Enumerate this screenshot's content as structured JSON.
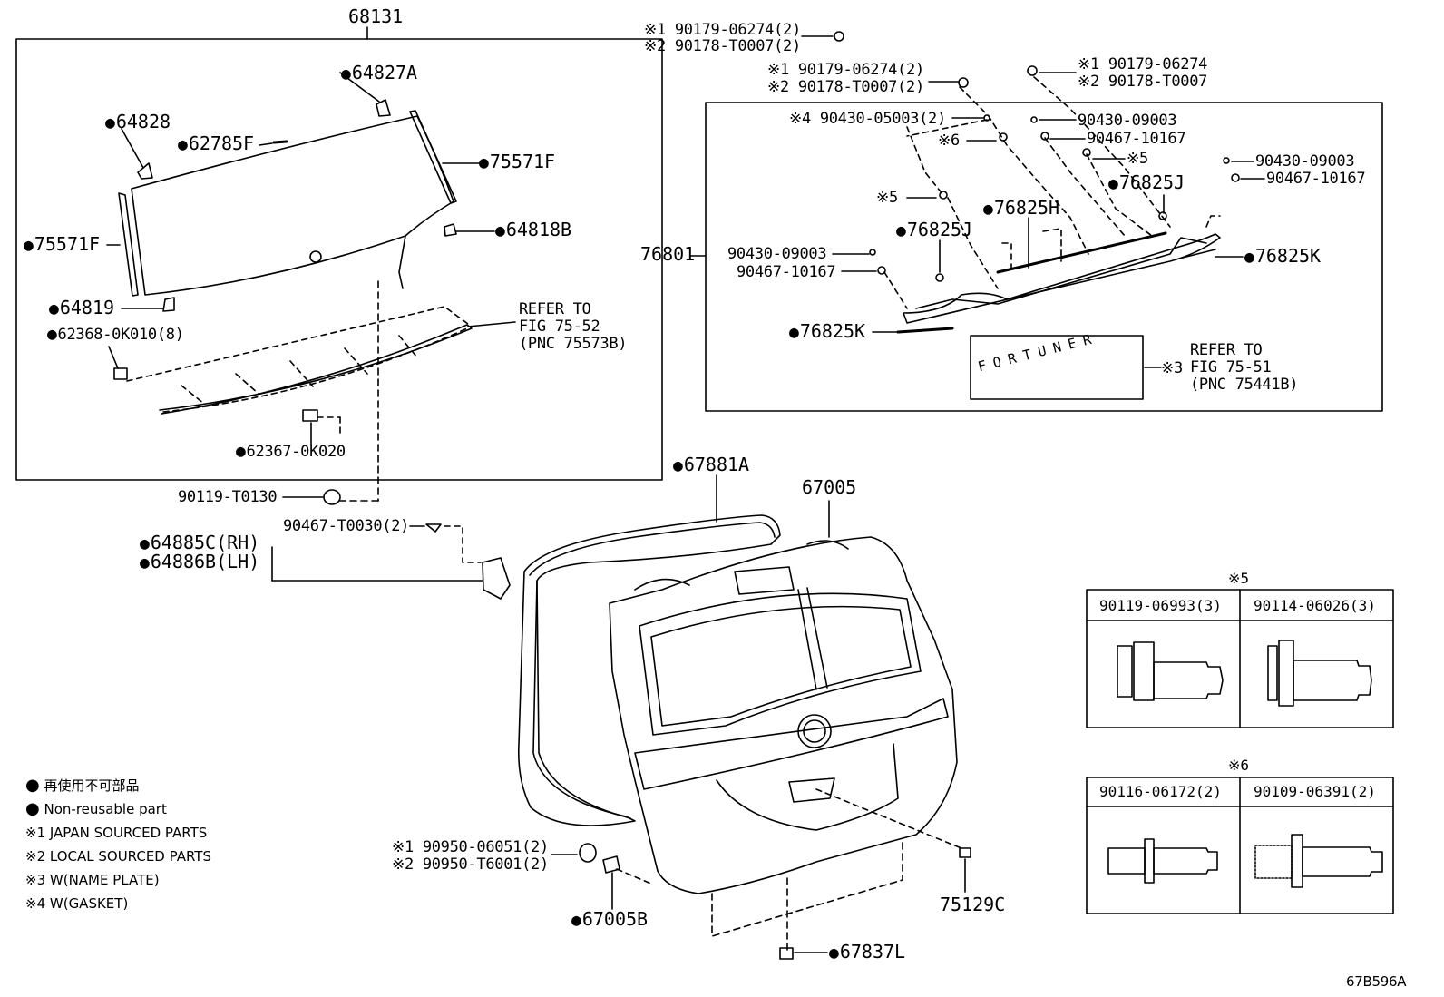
{
  "glass_box": {
    "part_no": "68131",
    "labels": {
      "l64827A": "64827A",
      "l64828": "64828",
      "l62785F": "62785F",
      "l75571F_r": "75571F",
      "l64818B": "64818B",
      "l75571F_l": "75571F",
      "l64819": "64819",
      "l62368": "62368-0K010(8)",
      "l62367": "62367-0K020"
    },
    "refer": [
      "REFER TO",
      "FIG 75-52",
      "(PNC 75573B)"
    ]
  },
  "garnish_box": {
    "part_no": "76801",
    "labels": {
      "top1": "※1 90179-06274(2)",
      "top2": "※2 90178-T0007(2)",
      "mid1": "※1 90179-06274(2)",
      "mid2": "※2 90178-T0007(2)",
      "right1": "※1 90179-06274",
      "right2": "※2 90178-T0007",
      "gasket": "※4 90430-05003(2)",
      "n90430a": "90430-09003",
      "n90467a": "90467-10167",
      "s6": "※6",
      "s5a": "※5",
      "n90430b": "90430-09003",
      "n90467b": "90467-10167",
      "s5b": "※5",
      "n76825J_r": "76825J",
      "n76825H": "76825H",
      "n76825J_l": "76825J",
      "n90430c": "90430-09003",
      "n90467c": "90467-10167",
      "n76825K_r": "76825K",
      "n76825K_l": "76825K"
    },
    "emblem_text": "FORTUNER",
    "refer": [
      "REFER TO",
      "FIG 75-51",
      "(PNC 75441B)"
    ],
    "refer_mark": "※3"
  },
  "door": {
    "l90119": "90119-T0130",
    "l90467": "90467-T0030(2)",
    "l64885C": "64885C(RH)",
    "l64886B": "64886B(LH)",
    "l67881A": "67881A",
    "l67005": "67005",
    "l90950a": "※1 90950-06051(2)",
    "l90950b": "※2 90950-T6001(2)",
    "l67005B": "67005B",
    "l75129C": "75129C",
    "l67837L": "67837L"
  },
  "legend": [
    "再使用不可部品",
    "Non-reusable part",
    "※1  JAPAN SOURCED PARTS",
    "※2  LOCAL SOURCED PARTS",
    "※3  W(NAME PLATE)",
    "※4  W(GASKET)"
  ],
  "table5": {
    "title": "※5",
    "cols": [
      "90119-06993(3)",
      "90114-06026(3)"
    ]
  },
  "table6": {
    "title": "※6",
    "cols": [
      "90116-06172(2)",
      "90109-06391(2)"
    ]
  },
  "figure_id": "67B596A"
}
